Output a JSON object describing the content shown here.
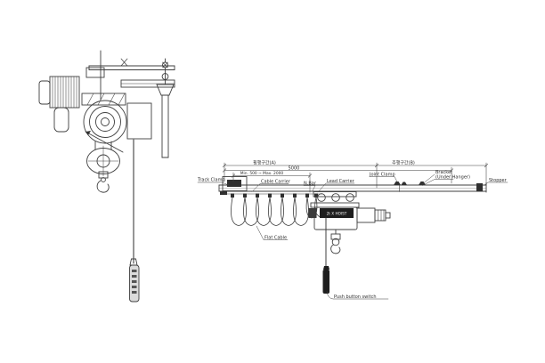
{
  "canvas": {
    "background": "#ffffff",
    "line_color": "#3f3f3f",
    "dark_fill": "#2f2f2f"
  },
  "left_view": {
    "name": "electric chain hoist side elevation"
  },
  "right_view": {
    "name": "monorail beam with hoist trolley front elevation",
    "dimensions": {
      "section_a": "횡행구간(A)",
      "section_b": "주행구간(B)",
      "overall_span": "5000",
      "festoon_range": "Min. 500 ~ Max. 2000"
    },
    "labels": {
      "track_clamp": "Track Clamp",
      "cable_carrier": "Cable Carrier",
      "n_bar": "N.Bar",
      "lead_carrier": "Lead Carrier",
      "joint_clamp": "Joint Clamp",
      "bracket": "Bracket",
      "under_hanger": "(Under Hanger)",
      "stopper": "Stopper",
      "flat_cable": "Flat Cable",
      "push_button_switch": "Push button switch",
      "hoist_tag": "2t X HOIST"
    }
  }
}
